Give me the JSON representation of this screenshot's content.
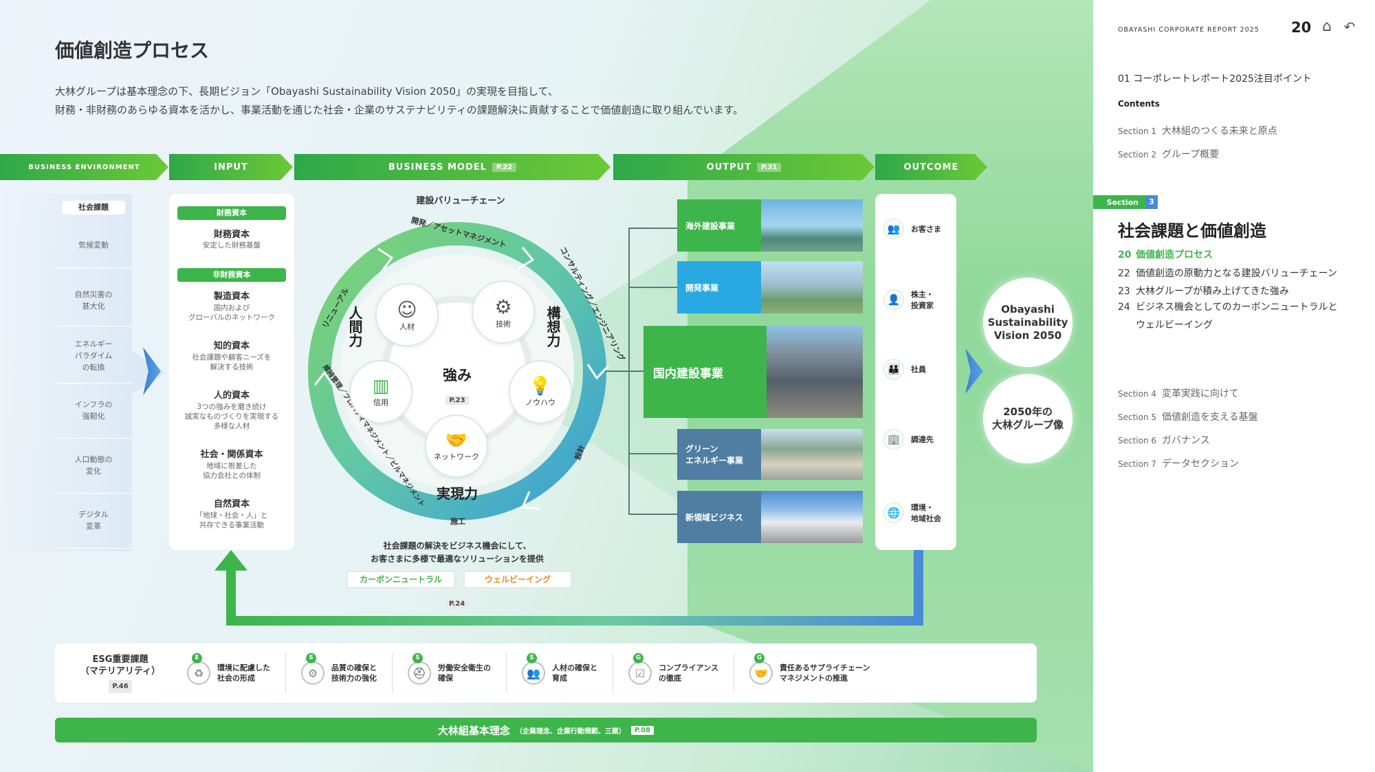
{
  "page": {
    "title": "価値創造プロセス",
    "intro_line1": "大林グループは基本理念の下、長期ビジョン「Obayashi Sustainability Vision 2050」の実現を目指して、",
    "intro_line2": "財務・非財務のあらゆる資本を活かし、事業活動を通じた社会・企業のサステナビリティの課題解決に貢献することで価値創造に取り組んでいます。"
  },
  "header": {
    "report": "OBAYASHI CORPORATE REPORT 2025",
    "page_number": "20",
    "icons": [
      "home-icon",
      "back-icon"
    ]
  },
  "bands": {
    "env": "BUSINESS ENVIRONMENT",
    "input": "INPUT",
    "model": "BUSINESS MODEL",
    "model_ref": "P.22",
    "output": "OUTPUT",
    "output_ref": "P.31",
    "outcome": "OUTCOME"
  },
  "environment": {
    "header": "社会課題",
    "items": [
      "気候変動",
      "自然災害の\n甚大化",
      "エネルギー\nパラダイム\nの転換",
      "インフラの\n強靭化",
      "人口動態の\n変化",
      "デジタル\n変革"
    ]
  },
  "input": {
    "financial_label": "財務資本",
    "financial_title": "財務資本",
    "financial_desc": "安定した財務基盤",
    "nonfinancial_label": "非財務資本",
    "capitals": [
      {
        "title": "製造資本",
        "desc": "国内および\nグローバルのネットワーク"
      },
      {
        "title": "知的資本",
        "desc": "社会課題や顧客ニーズを\n解決する技術"
      },
      {
        "title": "人的資本",
        "desc": "3つの強みを磨き続け\n誠実なものづくりを実現する\n多様な人材"
      },
      {
        "title": "社会・関係資本",
        "desc": "地域に根差した\n協力会社との体制"
      },
      {
        "title": "自然資本",
        "desc": "「地球・社会・人」と\n共存できる事業活動"
      }
    ]
  },
  "model": {
    "chain_title": "建設バリューチェーン",
    "ring_top": "開発／アセットマネジメント",
    "ring_right": "コンサルティング／エンジニアリング",
    "ring_right2": "設計",
    "ring_bottom": "施工",
    "ring_left": "維持管理／プロパティマネジメント／ビルマネジメント",
    "ring_left2": "リニューアル",
    "left_label": "人間力",
    "right_label": "構想力",
    "bottom_label": "実現力",
    "center_label": "強み",
    "center_ref": "P.23",
    "strengths": [
      "人材",
      "技術",
      "信用",
      "ノウハウ",
      "ネットワーク"
    ],
    "caption1": "社会課題の解決をビジネス機会にして、",
    "caption2": "お客さまに多様で最適なソリューションを提供",
    "tag_carbon": "カーボンニュートラル",
    "tag_wellbeing": "ウェルビーイング",
    "tags_ref": "P.24"
  },
  "output": {
    "items": [
      "海外建設事業",
      "開発事業",
      "国内建設事業",
      "グリーン\nエネルギー事業",
      "新領域ビジネス"
    ]
  },
  "outcome": {
    "items": [
      {
        "label": "お客さま",
        "icon": "people-icon"
      },
      {
        "label": "株主・\n投資家",
        "icon": "shareholder-icon"
      },
      {
        "label": "社員",
        "icon": "employees-icon"
      },
      {
        "label": "調達先",
        "icon": "building-icon"
      },
      {
        "label": "環境・\n地域社会",
        "icon": "globe-icon"
      }
    ],
    "vision1": "Obayashi\nSustainability\nVision 2050",
    "vision2": "2050年の\n大林グループ像"
  },
  "esg": {
    "title1": "ESG重要課題",
    "title2": "（マテリアリティ）",
    "ref": "P.46",
    "items": [
      {
        "badge": "E",
        "label": "環境に配慮した\n社会の形成"
      },
      {
        "badge": "S",
        "label": "品質の確保と\n技術力の強化"
      },
      {
        "badge": "S",
        "label": "労働安全衛生の\n確保"
      },
      {
        "badge": "S",
        "label": "人材の確保と\n育成"
      },
      {
        "badge": "G",
        "label": "コンプライアンス\nの徹底"
      },
      {
        "badge": "G",
        "label": "責任あるサプライチェーン\nマネジメントの推進"
      }
    ]
  },
  "philosophy": {
    "title": "大林組基本理念",
    "sub": "（企業理念、企業行動規範、三箴）",
    "ref": "P.08"
  },
  "sidebar": {
    "highlight": "01  コーポレートレポート2025注目ポイント",
    "contents_label": "Contents",
    "sections_top": [
      {
        "no": "Section 1",
        "title": "大林組のつくる未来と原点"
      },
      {
        "no": "Section 2",
        "title": "グループ概要"
      }
    ],
    "current_label": "Section",
    "current_no": "3",
    "current_title": "社会課題と価値創造",
    "pages": [
      {
        "num": "20",
        "title": "価値創造プロセス"
      },
      {
        "num": "22",
        "title": "価値創造の原動力となる建設バリューチェーン"
      },
      {
        "num": "23",
        "title": "大林グループが積み上げてきた強み"
      },
      {
        "num": "24",
        "title": "ビジネス機会としてのカーボンニュートラルと\nウェルビーイング"
      }
    ],
    "sections_bottom": [
      {
        "no": "Section 4",
        "title": "変革実践に向けて"
      },
      {
        "no": "Section 5",
        "title": "価値創造を支える基盤"
      },
      {
        "no": "Section 6",
        "title": "ガバナンス"
      },
      {
        "no": "Section 7",
        "title": "データセクション"
      }
    ]
  }
}
